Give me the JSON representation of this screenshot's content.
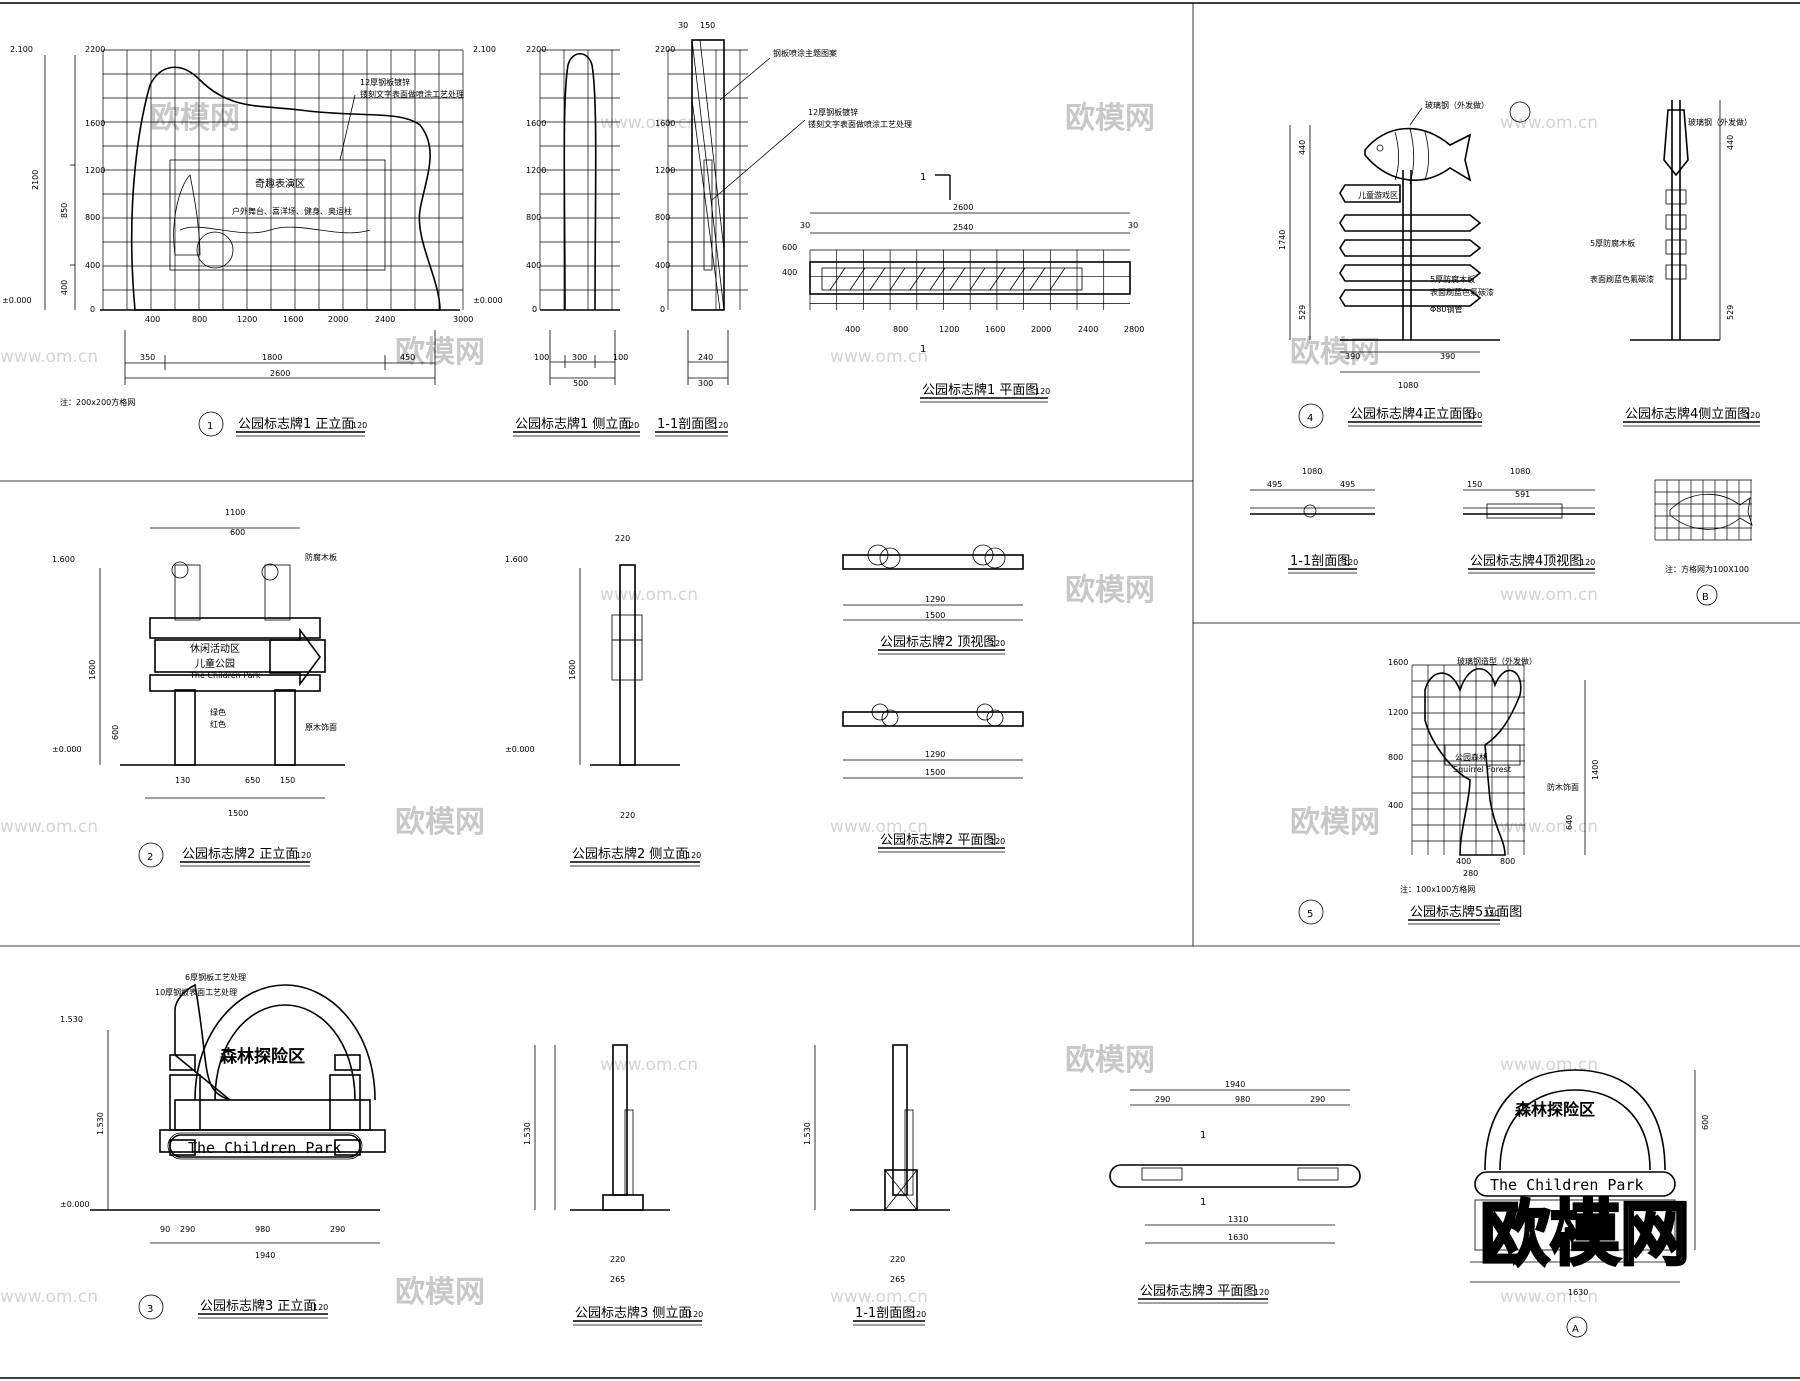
{
  "titles": {
    "v1_front": "公园标志牌1 正立面",
    "v1_side": "公园标志牌1 侧立面",
    "v1_section": "1-1剖面图",
    "v1_plan": "公园标志牌1 平面图",
    "v2_front": "公园标志牌2 正立面",
    "v2_side": "公园标志牌2 侧立面",
    "v2_top": "公园标志牌2 顶视图",
    "v2_plan": "公园标志牌2 平面图",
    "v3_front": "公园标志牌3 正立面",
    "v3_side": "公园标志牌3 侧立面",
    "v3_section": "1-1剖面图",
    "v3_plan": "公园标志牌3 平面图",
    "v4_front": "公园标志牌4正立面图",
    "v4_side": "公园标志牌4侧立面图",
    "v4_section": "1-1剖面图",
    "v4_top": "公园标志牌4顶视图",
    "v5_front": "公园标志牌5立面图"
  },
  "scales": {
    "s120": "120",
    "s150": "150"
  },
  "markers": {
    "m1": "1",
    "m2": "2",
    "m3": "3",
    "m4": "4",
    "m5": "5",
    "mA": "A",
    "mB": "B"
  },
  "notes": {
    "n1": "注：200x200方格网",
    "n4": "注：方格网为100X100",
    "n5": "注：100x100方格网"
  },
  "signs": {
    "s1_zone": "奇趣表演区",
    "s1_items": "户外舞台、喜洋场、健身、奥运柱",
    "s2_zone": "休闲活动区",
    "s2_name": "儿童公园",
    "s2_en": "The Children Park",
    "s3_zone": "森林探险区",
    "s3_en": "The Children Park",
    "s5_name": "公园森林",
    "s5_en": "Squirrel Forest",
    "s4_board": "儿童游戏区"
  },
  "dims": {
    "d2100": "2.100",
    "d0": "±0.000",
    "d1600": "1.600",
    "d1530": "1.530",
    "h2200": "2200",
    "h1600": "1600",
    "h1200": "1200",
    "h800": "800",
    "h400": "400",
    "h0": "0",
    "x400": "400",
    "x800": "800",
    "x1200": "1200",
    "x1600": "1600",
    "x2000": "2000",
    "x2400": "2400",
    "x3000": "3000",
    "x2800": "2800",
    "w2600": "2600",
    "w350": "350",
    "w1800": "1800",
    "w450": "450",
    "w2540": "2540",
    "w30": "30",
    "w100": "100",
    "w300": "300",
    "w500": "500",
    "w240": "240",
    "w150": "150",
    "v2100": "2100",
    "v850": "850",
    "v600": "600",
    "w1100": "1100",
    "w1500": "1500",
    "w1290": "1290",
    "w650": "650",
    "w130": "130",
    "w90": "90",
    "w120": "120",
    "w220": "220",
    "w1940": "1940",
    "w980": "980",
    "w290": "290",
    "w1630": "1630",
    "w1310": "1310",
    "w265": "265",
    "w1080": "1080",
    "w390": "390",
    "w495": "495",
    "w591": "591",
    "v1740": "1740",
    "v529": "529",
    "v440": "440",
    "v1400": "1400",
    "v640": "640",
    "v280": "280"
  },
  "labels": {
    "l1a": "12厚钢板镀锌",
    "l1b": "镂刻文字表面做喷涂工艺处理",
    "l1c": "钢板喷涂主题图案",
    "l4a": "玻璃钢（外发做）",
    "l4b": "5厚防腐木板",
    "l4c": "Φ80钢管",
    "l4d": "表面刷蓝色氟碳漆",
    "l2a": "防腐木板",
    "l2b": "红色",
    "l2c": "绿色",
    "l2d": "原木饰面",
    "l3a": "6厚钢板工艺处理",
    "l3b": "10厚钢板表面工艺处理",
    "l5a": "玻璃钢造型（外发做）",
    "l5b": "防木饰面"
  },
  "watermark": {
    "brand": "欧模网",
    "url": "www.om.cn",
    "big": "欧模网"
  }
}
